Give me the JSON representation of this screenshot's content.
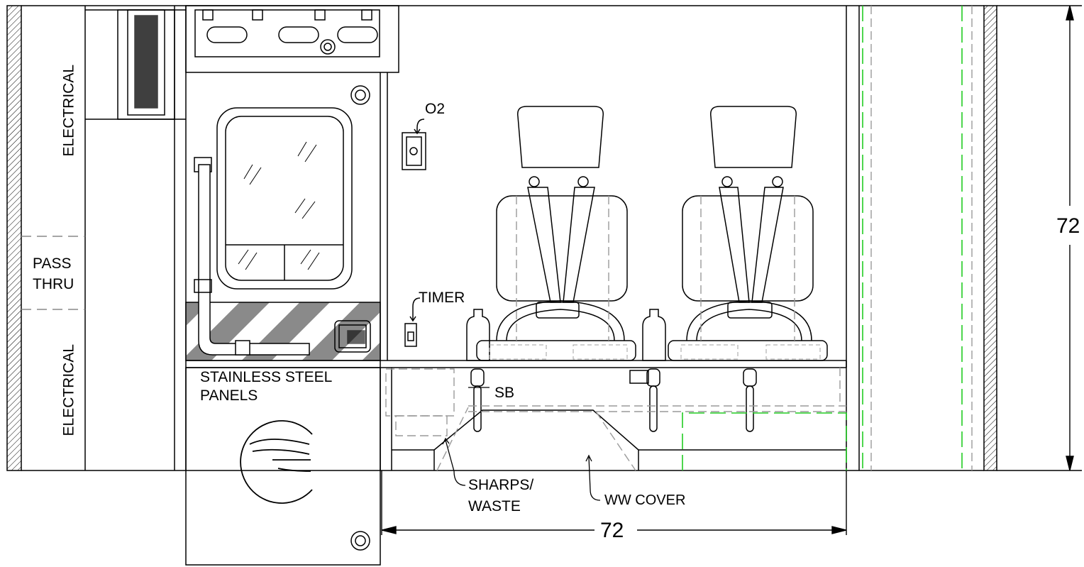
{
  "labels": {
    "electrical_top": "ELECTRICAL",
    "electrical_bottom": "ELECTRICAL",
    "pass_thru_line1": "PASS",
    "pass_thru_line2": "THRU",
    "o2": "O2",
    "timer": "TIMER",
    "stainless_line1": "STAINLESS STEEL",
    "stainless_line2": "PANELS",
    "sb": "SB",
    "sharps_line1": "SHARPS/",
    "sharps_line2": "WASTE",
    "ww_cover": "WW COVER"
  },
  "dimensions": {
    "height_value": "72",
    "width_value": "72"
  },
  "colors": {
    "line": "#000000",
    "hidden": "#9a9a9a",
    "green": "#22cc22",
    "hatch_stripe": "#8a8a8a"
  },
  "icons": [
    "oxygen-outlet-icon",
    "timer-switch-icon",
    "vent-grille-icon",
    "manufacturer-logo-icon",
    "seat-icon",
    "seatbelt-buckle-icon"
  ]
}
